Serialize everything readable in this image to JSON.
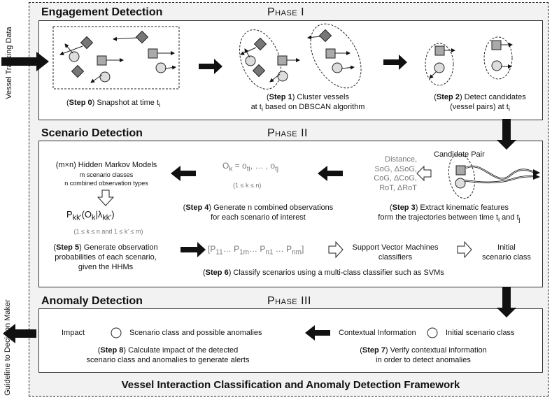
{
  "side_labels": {
    "left_top": "Vessel Tracking Data",
    "left_bottom": "Guideline to Decision Maker"
  },
  "phase1": {
    "title": "Engagement Detection",
    "phase_label": "Phase I",
    "step0": {
      "bold": "Step 0",
      "text": " Snapshot at time t",
      "sub": "i"
    },
    "step1": {
      "bold": "Step 1",
      "line1": " Cluster vessels",
      "line2": "at t",
      "line2_sub": "i",
      "line2_rest": " based on DBSCAN algorithm"
    },
    "step2": {
      "bold": "Step 2",
      "line1": " Detect candidates",
      "line2": "(vessel pairs) at t",
      "line2_sub": "i"
    }
  },
  "phase2": {
    "title": "Scenario Detection",
    "phase_label": "Phase II",
    "candidate_pair": "Candidate Pair",
    "features": {
      "l1": "Distance,",
      "l2": "SoG, ΔSoG,",
      "l3": "CoG, ΔCoG,",
      "l4": "RoT, ΔRoT"
    },
    "step3": {
      "bold": "Step 3",
      "line1": " Extract kinematic features",
      "line2": "form the trajectories between time t",
      "sub_i": "i",
      "and": " and t",
      "sub_j": "j"
    },
    "obs": {
      "o": "O",
      "k": "k",
      "eq": " = o",
      "ti": "ti",
      "dots": ", … , o",
      "tj": "tj",
      "range": "(1 ≤ k ≤ n)"
    },
    "step4": {
      "bold": "Step 4",
      "line1": " Generate n combined observations",
      "line2": "for each scenario of interest"
    },
    "hmm": {
      "line1": "(m×n) Hidden Markov Models",
      "line2": "m scenario classes",
      "line3": "n combined observation types"
    },
    "prob": {
      "p": "P",
      "sub1": "kk'",
      "paren": "(O",
      "sub2": "k",
      "bar": "|λ",
      "sub3": "kk'",
      "close": ")",
      "range": "(1 ≤ k ≤ n and 1 ≤ k' ≤ m)"
    },
    "step5": {
      "bold": "Step 5",
      "line1": " Generate observation",
      "line2": "probabilities of each scenario,",
      "line3": "given the HHMs"
    },
    "vector": {
      "open": "[P",
      "s1": "11",
      "d1": "… P",
      "s2": "1m",
      "d2": "… P",
      "s3": "n1",
      "d3": " … P",
      "s4": "nm",
      "close": "]"
    },
    "svm": {
      "line1": "Support Vector Machines",
      "line2": "classifiers"
    },
    "initial": {
      "line1": "Initial",
      "line2": "scenario class"
    },
    "step6": {
      "bold": "Step 6",
      "text": " Classify scenarios using a multi-class classifier such as SVMs"
    }
  },
  "phase3": {
    "title": "Anomaly Detection",
    "phase_label": "Phase III",
    "impact": "Impact",
    "plus": "+",
    "scenario_anom": "Scenario class and possible anomalies",
    "contextual": "Contextual Information",
    "initial_class": "Initial scenario class",
    "step7": {
      "bold": "Step 7",
      "line1": " Verify contextual information",
      "line2": "in order to detect anomalies"
    },
    "step8": {
      "bold": "Step 8",
      "line1": " Calculate impact of the detected",
      "line2": "scenario class and anomalies to generate alerts"
    }
  },
  "footer": "Vessel Interaction Classification and Anomaly Detection Framework"
}
